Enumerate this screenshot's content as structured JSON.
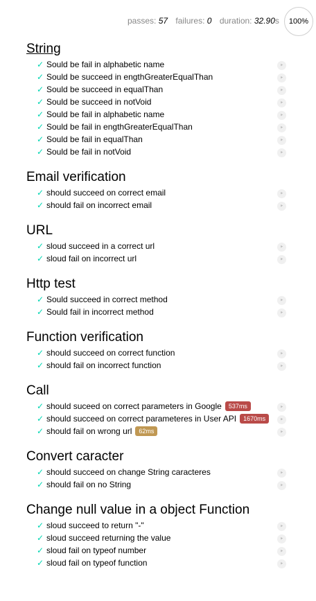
{
  "stats": {
    "passes_label": "passes:",
    "passes": "57",
    "failures_label": "failures:",
    "failures": "0",
    "duration_label": "duration:",
    "duration": "32.90",
    "duration_unit": "s",
    "progress": "100%"
  },
  "icons": {
    "check": "✓",
    "replay": "‣"
  },
  "colors": {
    "pass": "#00d6b2",
    "slow": "#b94a48",
    "medium": "#c09853"
  },
  "suites": [
    {
      "title": "String",
      "tests": [
        {
          "title": "Sould be fail in alphabetic name"
        },
        {
          "title": "Sould be succeed in engthGreaterEqualThan"
        },
        {
          "title": "Sould be succeed in equalThan"
        },
        {
          "title": "Sould be succeed in notVoid"
        },
        {
          "title": "Sould be fail in alphabetic name"
        },
        {
          "title": "Sould be fail in engthGreaterEqualThan"
        },
        {
          "title": "Sould be fail in equalThan"
        },
        {
          "title": "Sould be fail in notVoid"
        }
      ]
    },
    {
      "title": "Email verification",
      "tests": [
        {
          "title": "should succeed on correct email"
        },
        {
          "title": "should fail on incorrect email"
        }
      ]
    },
    {
      "title": "URL",
      "tests": [
        {
          "title": "sloud succeed in a correct url"
        },
        {
          "title": "sloud fail on incorrect url"
        }
      ]
    },
    {
      "title": "Http test",
      "tests": [
        {
          "title": "Sould succeed in correct method"
        },
        {
          "title": "Sould fail in incorrect method"
        }
      ]
    },
    {
      "title": "Function verification",
      "tests": [
        {
          "title": "should succeed on correct function"
        },
        {
          "title": "should fail on incorrect function"
        }
      ]
    },
    {
      "title": "Call",
      "tests": [
        {
          "title": "should suceed on correct parameters in Google",
          "duration": "537ms",
          "speed": "slow"
        },
        {
          "title": "should succeed on correct parameteres in User API",
          "duration": "1670ms",
          "speed": "slow"
        },
        {
          "title": "should fail on wrong url",
          "duration": "62ms",
          "speed": "medium"
        }
      ]
    },
    {
      "title": "Convert caracter",
      "tests": [
        {
          "title": "should succeed on change String caracteres"
        },
        {
          "title": "should fail on no String"
        }
      ]
    },
    {
      "title": "Change null value in a object Function",
      "tests": [
        {
          "title": "sloud succeed to return \"-\""
        },
        {
          "title": "sloud succeed returning the value"
        },
        {
          "title": "sloud fail on typeof number"
        },
        {
          "title": "sloud fail on typeof function"
        }
      ]
    }
  ]
}
